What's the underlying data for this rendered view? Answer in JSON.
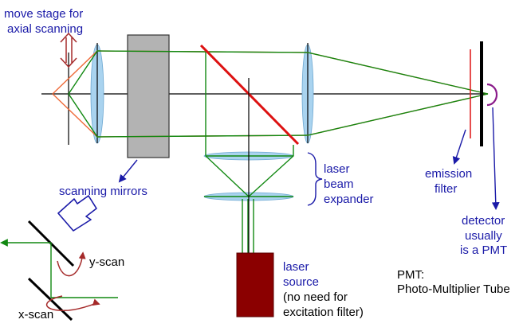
{
  "labels": {
    "stage_line1": "move stage for",
    "stage_line2": "axial scanning",
    "scanning_mirrors": "scanning mirrors",
    "expander_line1": "laser",
    "expander_line2": "beam",
    "expander_line3": "expander",
    "emission_line1": "emission",
    "emission_line2": "filter",
    "detector_line1": "detector",
    "detector_line2": "usually",
    "detector_line3": "is a PMT",
    "laser_line1": "laser",
    "laser_line2": "source",
    "laser_line3": "(no need for",
    "laser_line4": "excitation filter)",
    "pmt_line1": "PMT:",
    "pmt_line2": "Photo-Multiplier Tube",
    "y_scan": "y-scan",
    "x_scan": "x-scan"
  },
  "colors": {
    "label_blue": "#1a1aa8",
    "beam_green": "#118811",
    "beam_orange": "#ef6b3a",
    "dichroic_red": "#dd1111",
    "laser_red": "#8b0000",
    "lens_fill": "#a9d3ef",
    "block_gray": "#b3b3b3",
    "curl_arrow": "#a52a2a",
    "emission_red": "#e02020"
  }
}
